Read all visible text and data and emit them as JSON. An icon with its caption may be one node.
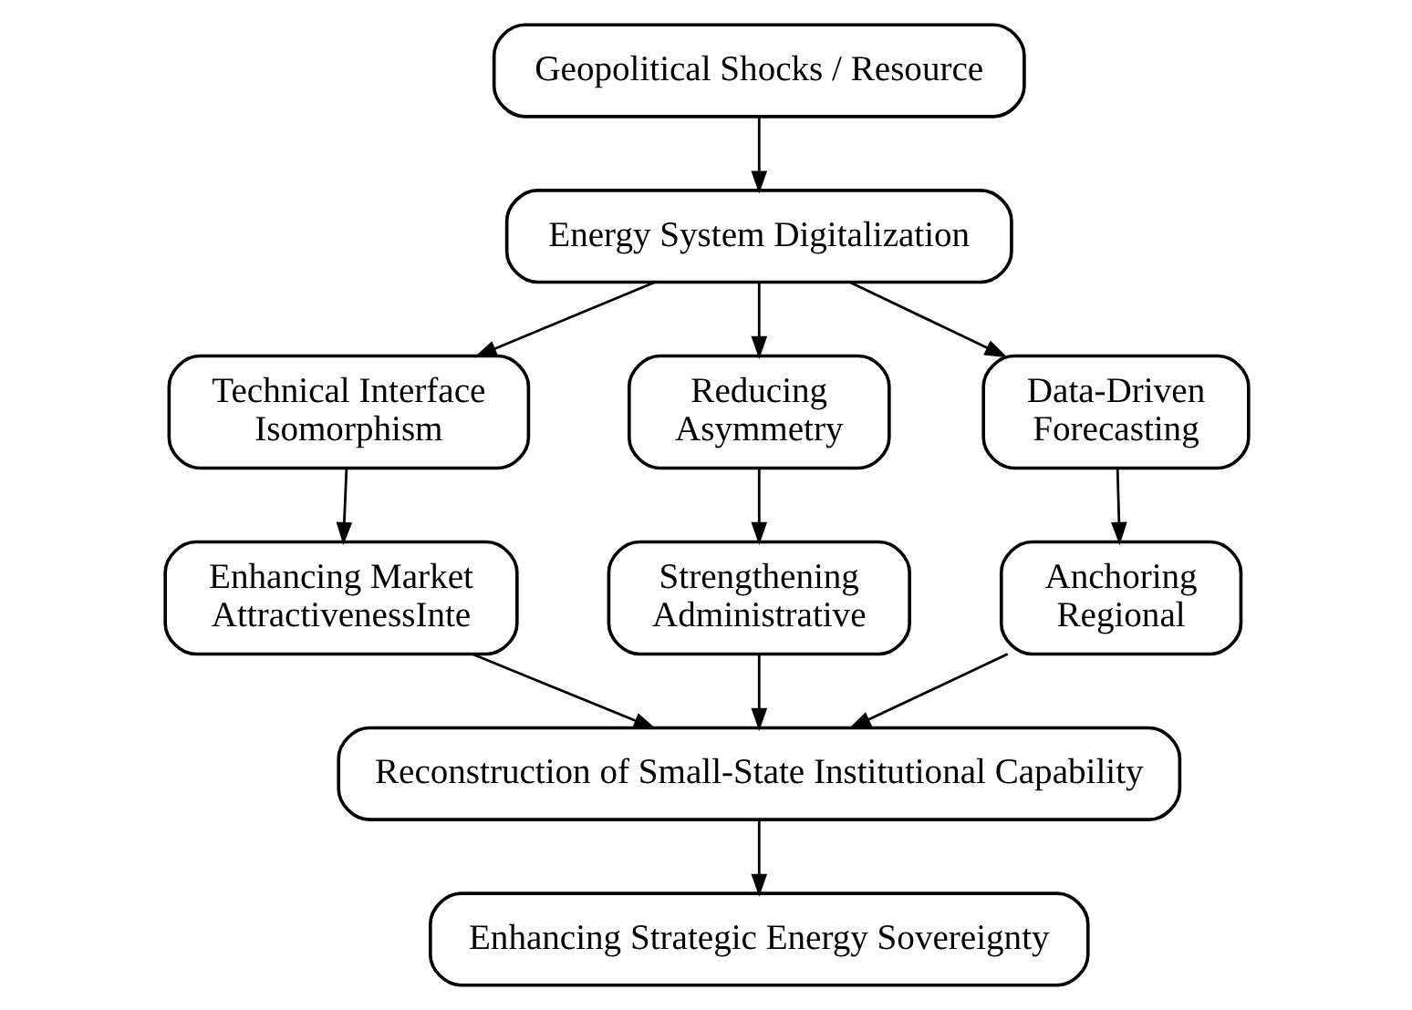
{
  "diagram": {
    "nodes": [
      {
        "text": [
          "Geopolitical Shocks / Resource"
        ]
      },
      {
        "text": [
          "Energy System Digitalization"
        ]
      },
      {
        "text": [
          "Technical Interface Isomorphism"
        ]
      },
      {
        "text": [
          "Reducing Asymmetry"
        ]
      },
      {
        "text": [
          "Data-Driven Forecasting"
        ]
      },
      {
        "text": [
          "Enhancing Market AttractivenessInte"
        ]
      },
      {
        "text": [
          "Strengthening Administrative"
        ]
      },
      {
        "text": [
          "Anchoring Regional"
        ]
      },
      {
        "text": [
          "Reconstruction of Small-State Institutional Capability"
        ]
      },
      {
        "text": [
          "Enhancing Strategic Energy Sovereignty"
        ]
      }
    ],
    "edges": [
      {
        "from": 0,
        "to": 1,
        "arrow": "to"
      },
      {
        "from": 1,
        "to": 2,
        "arrow": "to"
      },
      {
        "from": 1,
        "to": 3,
        "arrow": "to"
      },
      {
        "from": 1,
        "to": 4,
        "arrow": "to"
      },
      {
        "from": 2,
        "to": 5,
        "arrow": "to"
      },
      {
        "from": 3,
        "to": 6,
        "arrow": "to"
      },
      {
        "from": 4,
        "to": 7,
        "arrow": "to"
      },
      {
        "from": 5,
        "to": 8,
        "arrow": "to"
      },
      {
        "from": 6,
        "to": 8,
        "arrow": "to"
      },
      {
        "from": 7,
        "to": 8,
        "arrow": "to"
      },
      {
        "from": 8,
        "to": 9,
        "arrow": "to"
      }
    ]
  }
}
